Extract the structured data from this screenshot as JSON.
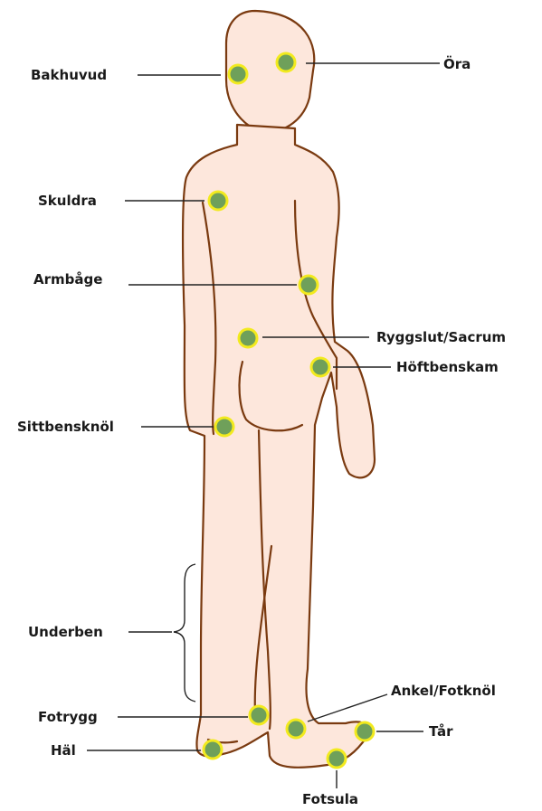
{
  "colors": {
    "skin": "#fde7dc",
    "outline": "#7a3a10",
    "marker_fill": "#6fa05a",
    "marker_ring": "#f2ea1e",
    "text": "#1a1a1a"
  },
  "labels": {
    "bakhuvud": "Bakhuvud",
    "ora": "Öra",
    "skuldra": "Skuldra",
    "armbage": "Armbåge",
    "ryggslut": "Ryggslut/Sacrum",
    "hoftbenskam": "Höftbenskam",
    "sittbensknol": "Sittbensknöl",
    "underben": "Underben",
    "ankel": "Ankel/Fotknöl",
    "fotrygg": "Fotrygg",
    "tar": "Tår",
    "hal": "Häl",
    "fotsula": "Fotsula"
  }
}
